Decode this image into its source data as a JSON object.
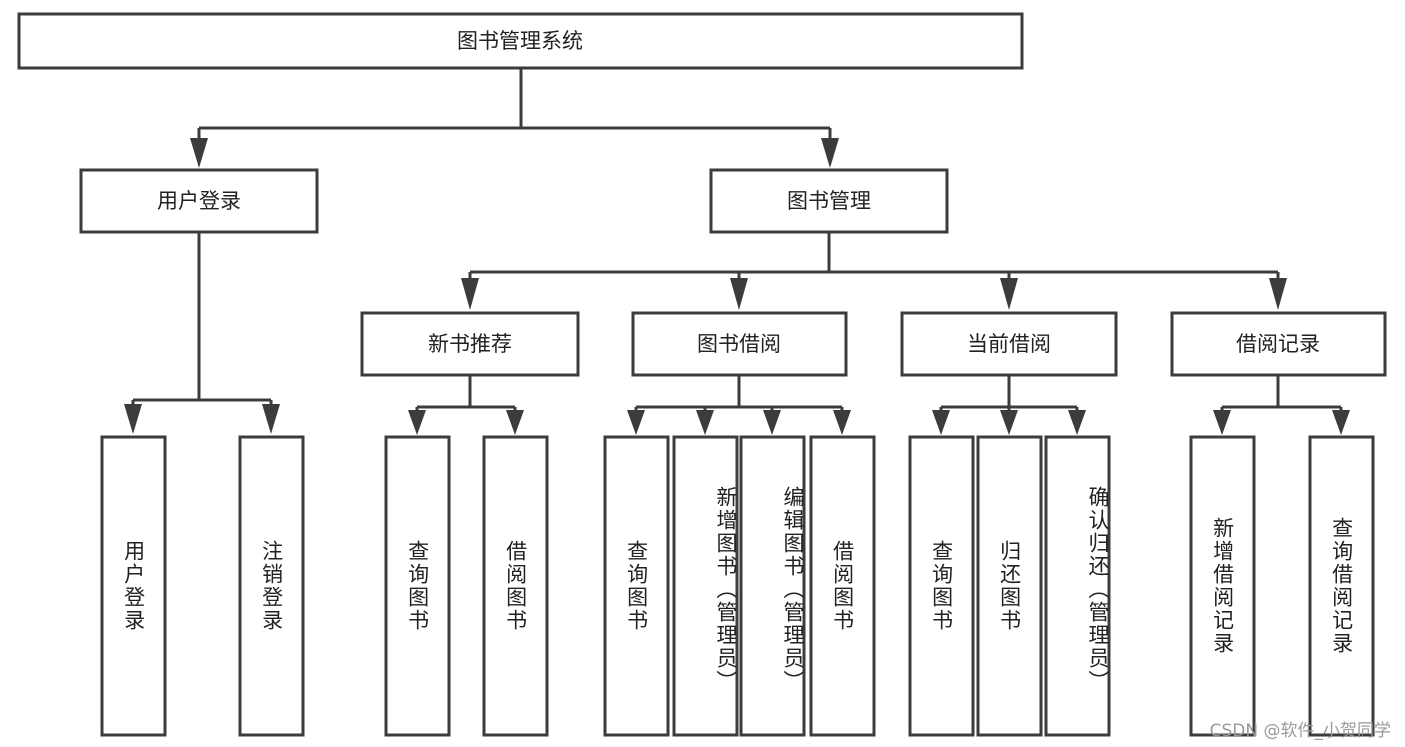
{
  "diagram": {
    "title": "图书管理系统",
    "watermark": "CSDN @软件_小贺同学",
    "colors": {
      "stroke": "#3c3c3c",
      "fill": "#ffffff",
      "text": "#222222",
      "watermark": "#9a9a9a"
    },
    "root": {
      "label": "图书管理系统"
    },
    "level2": [
      {
        "label": "用户登录"
      },
      {
        "label": "图书管理"
      }
    ],
    "level3": [
      {
        "label": "新书推荐"
      },
      {
        "label": "图书借阅"
      },
      {
        "label": "当前借阅"
      },
      {
        "label": "借阅记录"
      }
    ],
    "leaves": {
      "user_login": [
        {
          "label": "用户登录"
        },
        {
          "label": "注销登录"
        }
      ],
      "new_book_recommend": [
        {
          "label": "查询图书"
        },
        {
          "label": "借阅图书"
        }
      ],
      "book_borrow": [
        {
          "label": "查询图书"
        },
        {
          "label": "新增图书（管理员）"
        },
        {
          "label": "编辑图书（管理员）"
        },
        {
          "label": "借阅图书"
        }
      ],
      "current_borrow": [
        {
          "label": "查询图书"
        },
        {
          "label": "归还图书"
        },
        {
          "label": "确认归还（管理员）"
        }
      ],
      "borrow_records": [
        {
          "label": "新增借阅记录"
        },
        {
          "label": "查询借阅记录"
        }
      ]
    }
  }
}
